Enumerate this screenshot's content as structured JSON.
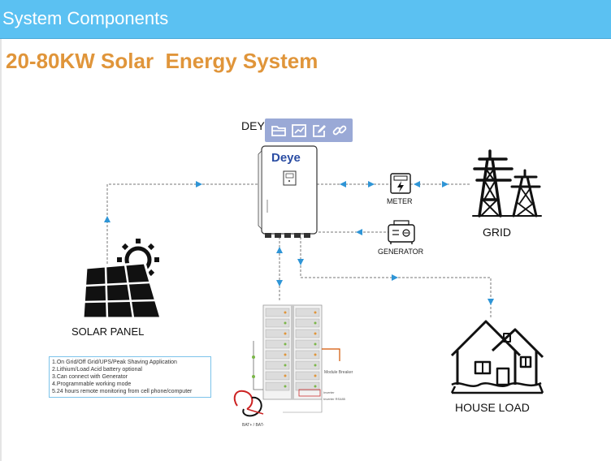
{
  "header": {
    "title": "System Components"
  },
  "page": {
    "title": "20-80KW Solar  Energy System"
  },
  "toolbar": {
    "items": [
      "folder-icon",
      "chart-icon",
      "edit-icon",
      "link-icon"
    ]
  },
  "diagram": {
    "inverter_caption": "DEY",
    "inverter_brand": "Deye",
    "meter_label": "METER",
    "generator_label": "GENERATOR",
    "grid_label": "GRID",
    "solar_label": "SOLAR PANEL",
    "house_label": "HOUSE LOAD",
    "battery_module_label": "Module Breaker",
    "battery_small_labels": [
      "Inverter",
      "Inverter RS485"
    ],
    "battery_cable_label": "BAT+ / BAT-",
    "accent_color": "#2f95d6",
    "title_color": "#e0953a",
    "header_color": "#5bc1f2"
  },
  "notes": [
    "1.On Grid/Off Grid/UPS/Peak Shaving Application",
    "2.Lithium/Load Acid battery optional",
    "3.Can connect with Generator",
    "4.Programmable working mode",
    "5.24 hours remote monitoring from cell phone/computer"
  ]
}
